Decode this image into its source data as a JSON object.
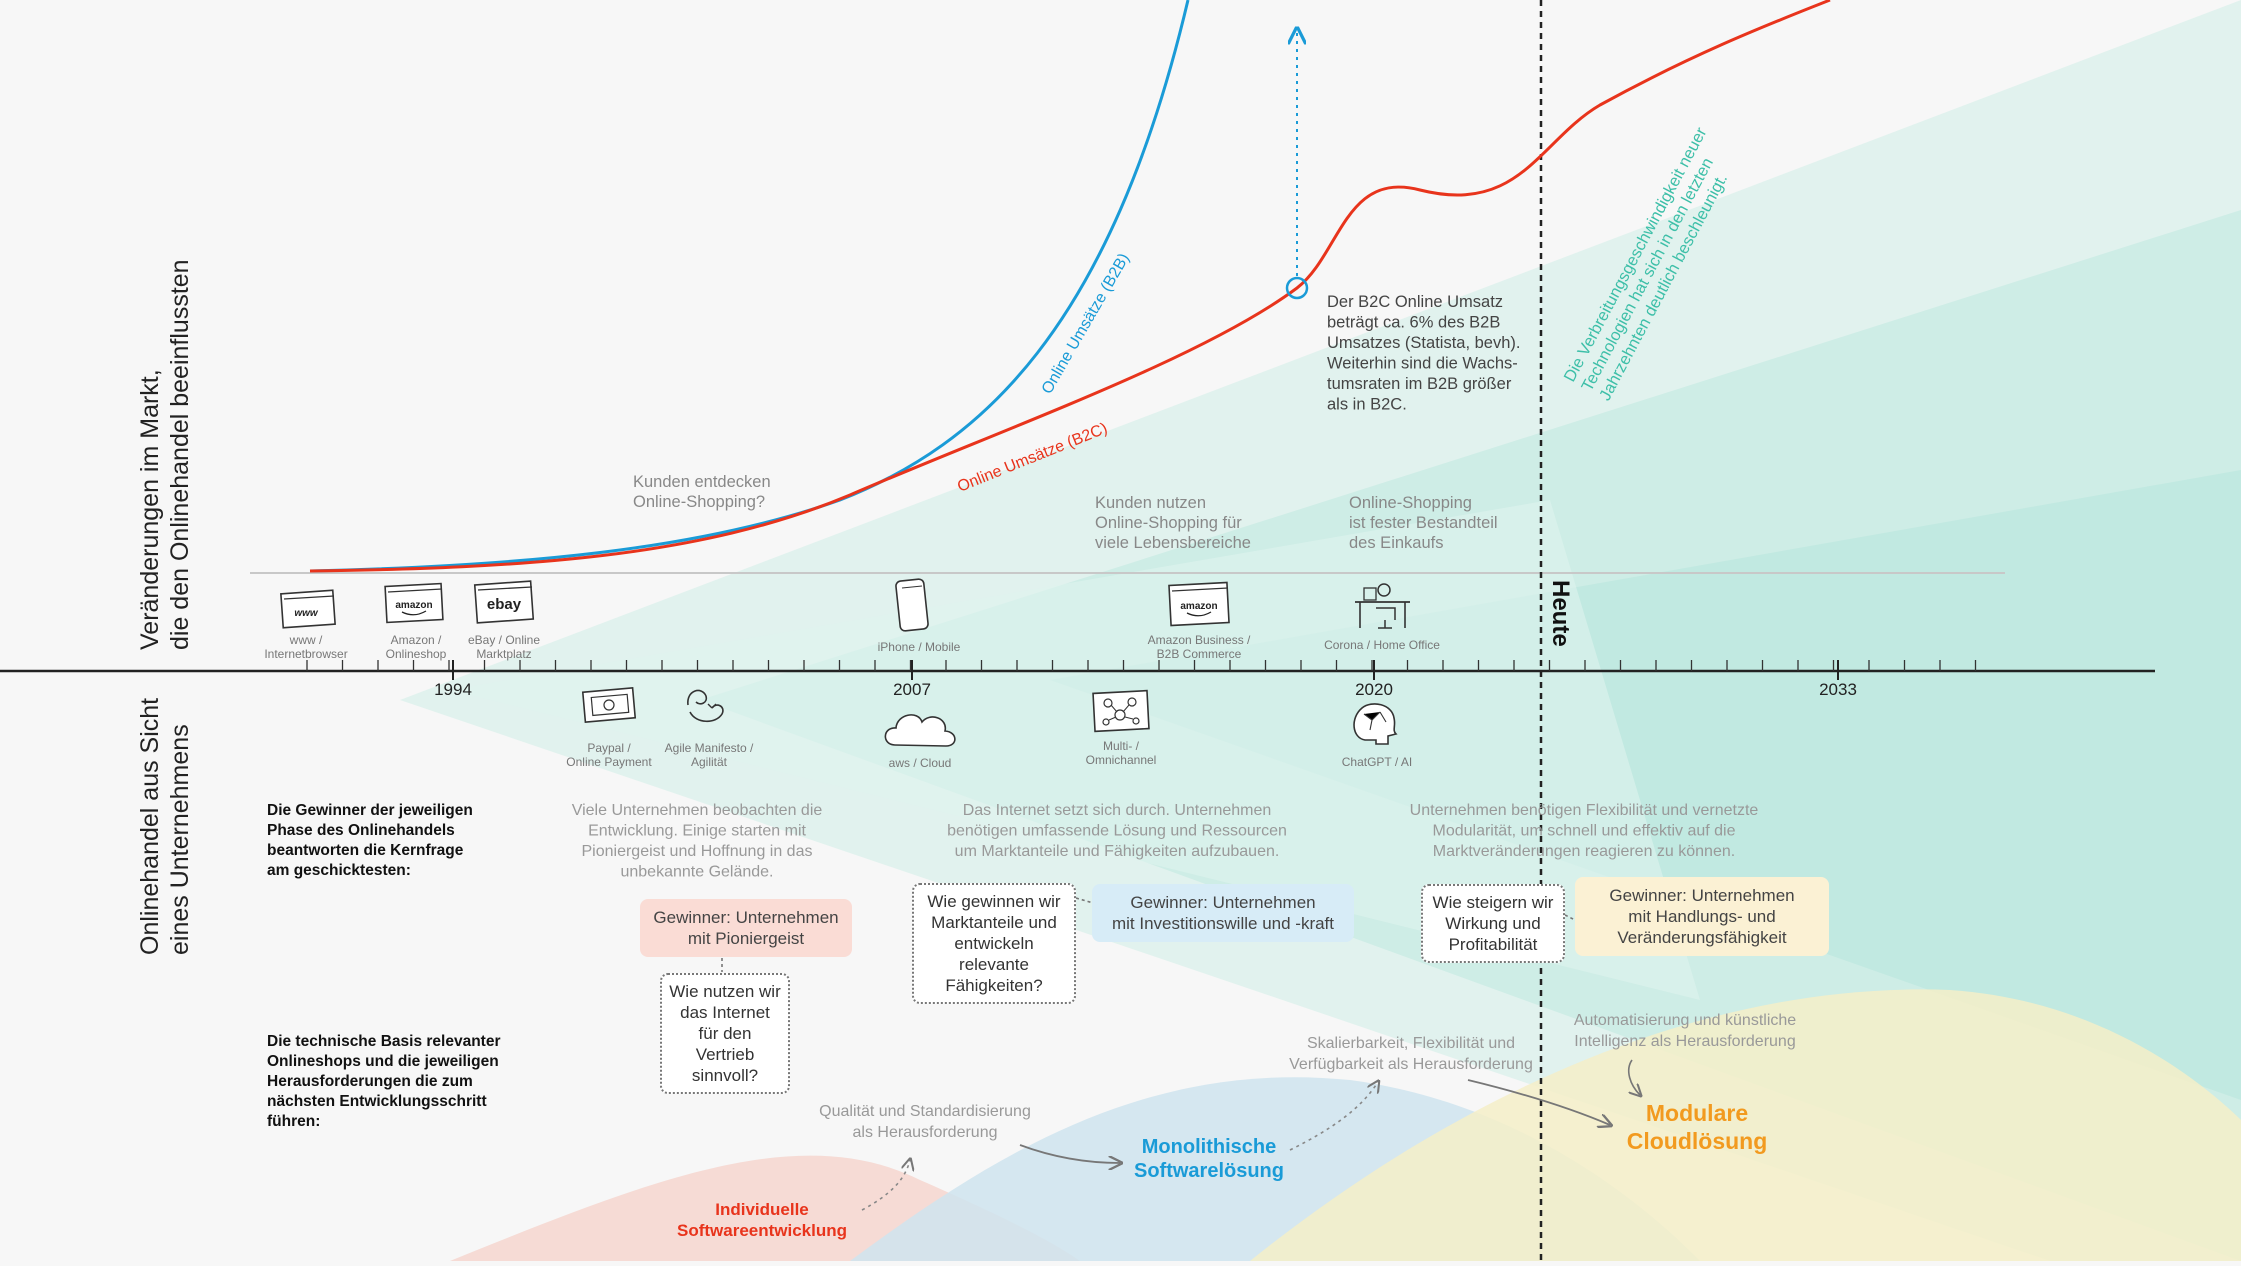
{
  "y_axis_upper": [
    "Veränderungen im Markt,",
    "die den Onlinehandel beeinflussten"
  ],
  "y_axis_lower": [
    "Onlinehandel aus Sicht",
    "eines Unternehmens"
  ],
  "years": [
    "1994",
    "2007",
    "2020",
    "2033"
  ],
  "today_label": "Heute",
  "curves": {
    "b2b": "Online Umsätze (B2B)",
    "b2c": "Online Umsätze (B2C)"
  },
  "colors": {
    "b2b": "#1a9bd7",
    "b2c": "#e8341c",
    "teal": "#3dbfa8",
    "orange": "#f29a1f",
    "blue_text": "#1a9bd7",
    "red_text": "#e8341c"
  },
  "milestones_top": [
    {
      "icon": "browser-icon",
      "label": [
        "www /",
        "Internetbrowser"
      ]
    },
    {
      "icon": "amazon-icon",
      "label": [
        "Amazon /",
        "Onlineshop"
      ]
    },
    {
      "icon": "ebay-icon",
      "label": [
        "eBay / Online",
        "Marktplatz"
      ]
    },
    {
      "icon": "smartphone-icon",
      "label": [
        "iPhone / Mobile"
      ]
    },
    {
      "icon": "amazon-business-icon",
      "label": [
        "Amazon Business /",
        "B2B Commerce"
      ]
    },
    {
      "icon": "home-office-icon",
      "label": [
        "Corona / Home Office"
      ]
    }
  ],
  "milestones_bottom": [
    {
      "icon": "paypal-icon",
      "label": [
        "Paypal /",
        "Online Payment"
      ]
    },
    {
      "icon": "agile-icon",
      "label": [
        "Agile Manifesto /",
        "Agilität"
      ]
    },
    {
      "icon": "cloud-icon",
      "label": [
        "aws / Cloud"
      ]
    },
    {
      "icon": "omnichannel-icon",
      "label": [
        "Multi- /",
        "Omnichannel"
      ]
    },
    {
      "icon": "ai-head-icon",
      "label": [
        "ChatGPT / AI"
      ]
    }
  ],
  "market_notes": [
    [
      "Kunden entdecken",
      "Online-Shopping?"
    ],
    [
      "Kunden nutzen",
      "Online-Shopping für",
      "viele Lebensbereiche"
    ],
    [
      "Online-Shopping",
      "ist fester Bestandteil",
      "des Einkaufs"
    ]
  ],
  "b2c_note": [
    "Der B2C Online Umsatz",
    "beträgt ca. 6% des B2B",
    "Umsatzes (Statista, bevh).",
    "Weiterhin sind die Wachs-",
    "tumsraten im B2B größer",
    "als in B2C."
  ],
  "diffusion_note": [
    "Die Verbreitungsgeschwindigkeit neuer",
    "Technologien hat sich in den letzten",
    "Jahrzehnten deutlich beschleunigt."
  ],
  "section_winners": [
    "Die Gewinner der jeweiligen",
    "Phase des Onlinehandels",
    "beantworten die Kernfrage",
    "am geschicktesten:"
  ],
  "section_tech": [
    "Die technische Basis relevanter",
    "Onlineshops und die jeweiligen",
    "Herausforderungen die zum",
    "nächsten Entwicklungsschritt",
    "führen:"
  ],
  "phase_notes": [
    [
      "Viele Unternehmen beobachten die",
      "Entwicklung. Einige starten mit",
      "Pioniergeist und Hoffnung in das",
      "unbekannte Gelände."
    ],
    [
      "Das Internet setzt sich durch. Unternehmen",
      "benötigen umfassende Lösung und Ressourcen",
      "um Marktanteile und Fähigkeiten aufzubauen."
    ],
    [
      "Unternehmen benötigen Flexibilität und vernetzte",
      "Modularität, um schnell und effektiv auf die",
      "Marktveränderungen reagieren zu können."
    ]
  ],
  "winners": [
    [
      "Gewinner: Unternehmen",
      "mit Pioniergeist"
    ],
    [
      "Gewinner: Unternehmen",
      "mit Investitionswille und -kraft"
    ],
    [
      "Gewinner: Unternehmen",
      "mit Handlungs- und",
      "Veränderungsfähigkeit"
    ]
  ],
  "questions": [
    [
      "Wie nutzen wir",
      "das Internet",
      "für den Vertrieb",
      "sinnvoll?"
    ],
    [
      "Wie gewinnen wir",
      "Marktanteile und",
      "entwickeln relevante",
      "Fähigkeiten?"
    ],
    [
      "Wie steigern wir",
      "Wirkung und",
      "Profitabilität"
    ]
  ],
  "challenges": [
    [
      "Qualität und Standardisierung",
      "als Herausforderung"
    ],
    [
      "Skalierbarkeit, Flexibilität und",
      "Verfügbarkeit als Herausforderung"
    ],
    [
      "Automatisierung und künstliche",
      "Intelligenz als Herausforderung"
    ]
  ],
  "solutions": [
    [
      "Individuelle",
      "Softwareentwicklung"
    ],
    [
      "Monolithische",
      "Softwarelösung"
    ],
    [
      "Modulare",
      "Cloudlösung"
    ]
  ]
}
